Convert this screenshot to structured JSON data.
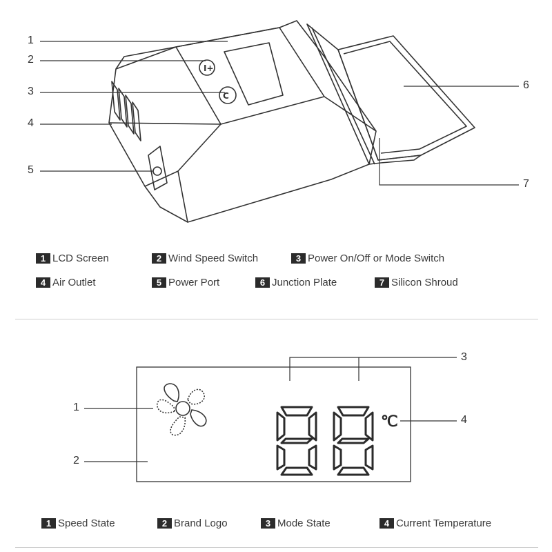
{
  "device_callouts": [
    "1",
    "2",
    "3",
    "4",
    "5",
    "6",
    "7"
  ],
  "device_legend": [
    {
      "num": "1",
      "label": "LCD Screen"
    },
    {
      "num": "2",
      "label": "Wind Speed Switch"
    },
    {
      "num": "3",
      "label": "Power On/Off or Mode Switch"
    },
    {
      "num": "4",
      "label": "Air Outlet"
    },
    {
      "num": "5",
      "label": "Power Port"
    },
    {
      "num": "6",
      "label": "Junction Plate"
    },
    {
      "num": "7",
      "label": "Silicon Shroud"
    }
  ],
  "display_callouts": [
    "1",
    "2",
    "3",
    "4"
  ],
  "display_readout": "88",
  "display_unit": "℃",
  "display_legend": [
    {
      "num": "1",
      "label": "Speed State"
    },
    {
      "num": "2",
      "label": "Brand Logo"
    },
    {
      "num": "3",
      "label": "Mode State"
    },
    {
      "num": "4",
      "label": "Current Temperature"
    }
  ],
  "colors": {
    "line": "#333333",
    "segment": "#2b2b2b",
    "badge": "#2b2b2b"
  }
}
